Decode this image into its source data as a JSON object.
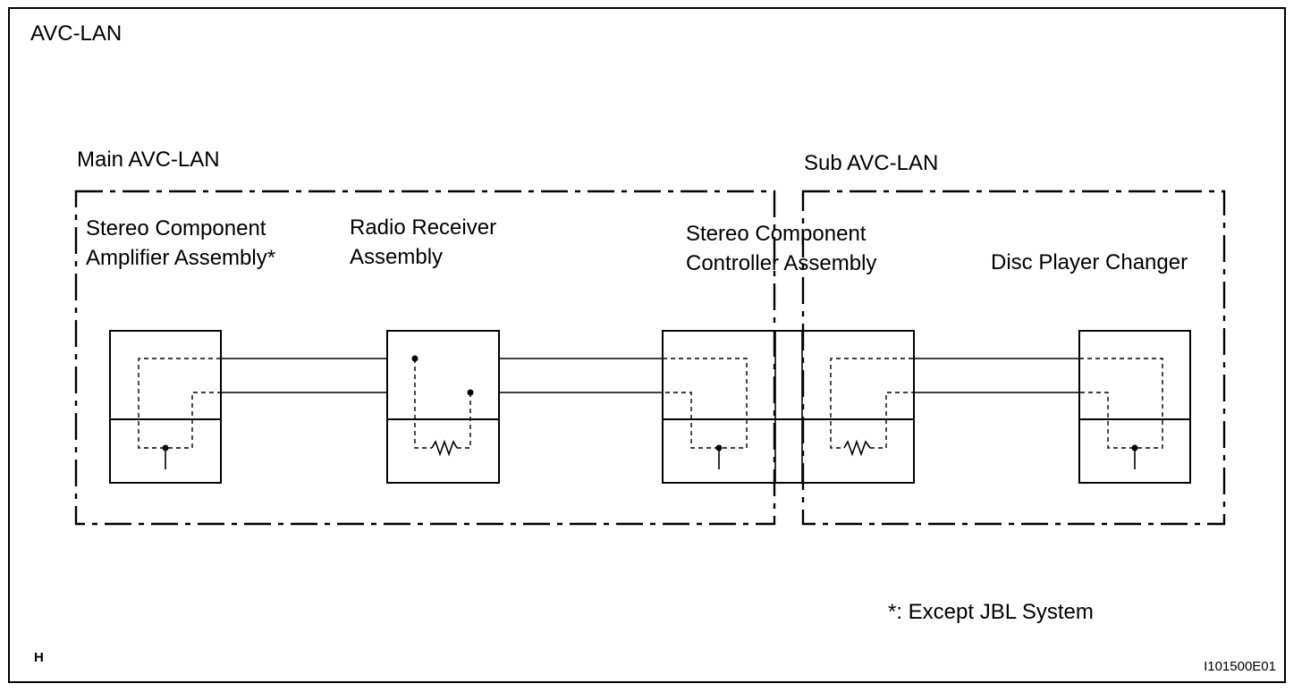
{
  "title": "AVC-LAN",
  "groups": {
    "main": "Main AVC-LAN",
    "sub": "Sub AVC-LAN"
  },
  "components": {
    "amplifier": {
      "line1": "Stereo Component",
      "line2": "Amplifier Assembly*"
    },
    "radio": {
      "line1": "Radio Receiver",
      "line2": "Assembly"
    },
    "controller": {
      "line1": "Stereo Component",
      "line2": "Controller Assembly"
    },
    "changer": {
      "line1": "Disc Player Changer"
    }
  },
  "footnote": "*: Except JBL System",
  "corner_letter": "H",
  "figure_code": "I101500E01"
}
